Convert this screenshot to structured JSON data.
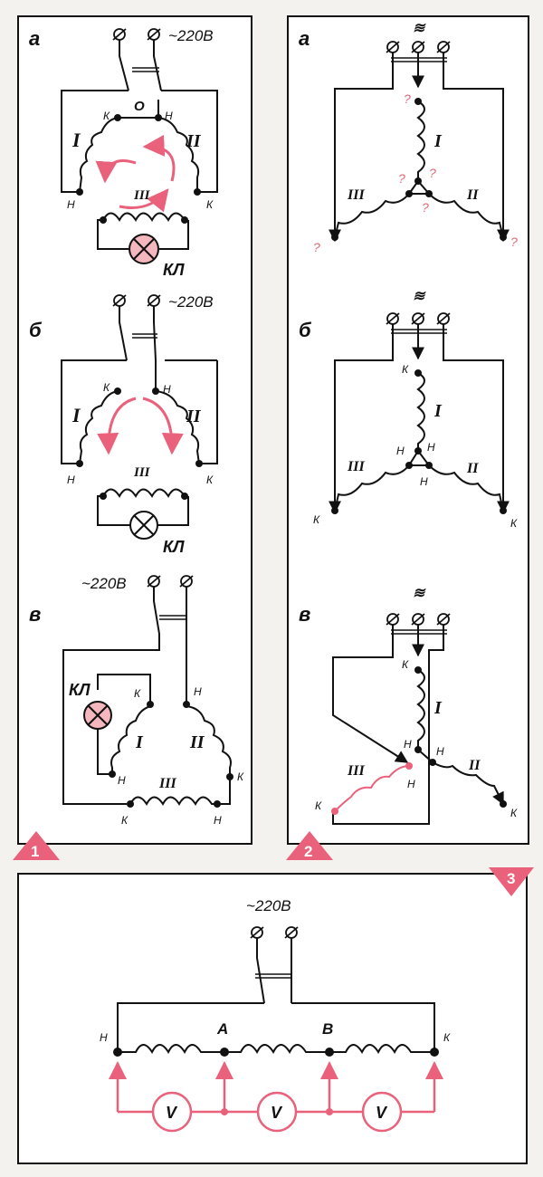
{
  "colors": {
    "accent": "#e9617a",
    "ink": "#111111",
    "lamp_fill": "#f3b7bd",
    "panel_bg": "#ffffff"
  },
  "voltage": "~220В",
  "ac_symbol": "≋",
  "panel1": {
    "badge": "1",
    "a": {
      "letter": "а",
      "top_node": "О",
      "k1": "К",
      "n1": "Н",
      "n2": "Н",
      "k2": "К",
      "w1": "I",
      "w2": "II",
      "w3": "III",
      "lamp": "КЛ"
    },
    "b": {
      "letter": "б",
      "k1": "К",
      "n1": "Н",
      "n2": "Н",
      "k2": "К",
      "w1": "I",
      "w2": "II",
      "w3": "III",
      "lamp": "КЛ"
    },
    "v": {
      "letter": "в",
      "lamp": "КЛ",
      "k1": "К",
      "n2": "Н",
      "n1": "Н",
      "k2": "К",
      "k3": "К",
      "n3": "Н",
      "w1": "I",
      "w2": "II",
      "w3": "III"
    }
  },
  "panel2": {
    "badge": "2",
    "a": {
      "letter": "а",
      "q": "?",
      "w1": "I",
      "w2": "II",
      "w3": "III"
    },
    "b": {
      "letter": "б",
      "k_top": "К",
      "n_left": "Н",
      "n_right": "Н",
      "n_bottom": "Н",
      "k_left": "К",
      "k_right": "К",
      "w1": "I",
      "w2": "II",
      "w3": "III"
    },
    "v": {
      "letter": "в",
      "k_top": "К",
      "n_mid": "Н",
      "n_right": "Н",
      "n_red": "Н",
      "k_red": "К",
      "k_right": "К",
      "w1": "I",
      "w2": "II",
      "w3": "III"
    }
  },
  "panel3": {
    "badge": "3",
    "n": "Н",
    "a": "А",
    "b": "В",
    "k": "К",
    "meter": "V"
  }
}
